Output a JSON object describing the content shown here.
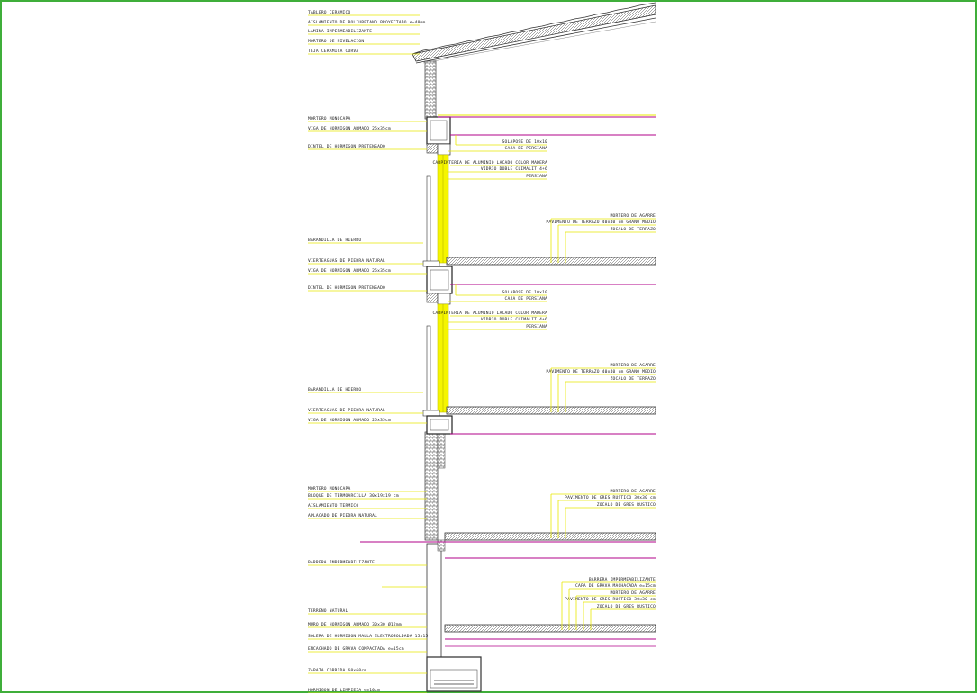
{
  "colors": {
    "leader": "#e8e800",
    "glass": "#f5f500",
    "slab_line": "#b0008a",
    "structure": "#333333",
    "frame": "#3fae3a"
  },
  "labels_left": [
    "TABLERO CERAMICO",
    "AISLAMIENTO DE POLIURETANO PROYECTADO e=40mm",
    "LAMINA IMPERMEABILIZANTE",
    "MORTERO DE NIVELACION",
    "TEJA CERAMICA CURVA",
    "MORTERO MONOCAPA",
    "VIGA DE HORMIGON ARMADO 25x35cm",
    "DINTEL DE HORMIGON PRETENSADO",
    "BARANDILLA DE HIERRO",
    "VIERTEAGUAS DE PIEDRA NATURAL",
    "VIGA DE HORMIGON ARMADO 25x35cm",
    "DINTEL DE HORMIGON PRETENSADO",
    "BARANDILLA DE HIERRO",
    "VIERTEAGUAS DE PIEDRA NATURAL",
    "VIGA DE HORMIGON ARMADO 25x35cm",
    "MORTERO MONOCAPA",
    "BLOQUE DE TERMOARCILLA 30x19x19 cm",
    "AISLAMIENTO TERMICO",
    "APLACADO DE PIEDRA NATURAL",
    "BARRERA IMPERMEABILIZANTE",
    "TERRENO NATURAL",
    "MURO DE HORMIGON ARMADO 30x30 Ø12mm",
    "SOLERA DE HORMIGON MALLA ELECTROSOLDADA 15x15",
    "ENCACHADO DE GRAVA COMPACTADA e=15cm",
    "ZAPATA CORRIDA 60x60cm",
    "HORMIGON DE LIMPIEZA e=10cm"
  ],
  "labels_window_1": [
    "SOLAPOSE DE 10x10",
    "CAJA DE PERSIANA",
    "CARPINTERIA DE ALUMINIO LACADO COLOR MADERA",
    "VIDRIO DOBLE CLIMALIT 4+6",
    "PERSIANA"
  ],
  "labels_window_2": [
    "SOLAPOSE DE 10x10",
    "CAJA DE PERSIANA",
    "CARPINTERIA DE ALUMINIO LACADO COLOR MADERA",
    "VIDRIO DOBLE CLIMALIT 4+6",
    "PERSIANA"
  ],
  "labels_floor_1": [
    "MORTERO DE AGARRE",
    "PAVIMENTO DE TERRAZO 40x40 cm GRANO MEDIO",
    "ZOCALO DE TERRAZO"
  ],
  "labels_floor_2": [
    "MORTERO DE AGARRE",
    "PAVIMENTO DE TERRAZO 40x40 cm GRANO MEDIO",
    "ZOCALO DE TERRAZO"
  ],
  "labels_floor_3": [
    "MORTERO DE AGARRE",
    "PAVIMENTO DE GRES RUSTICO 30x30 cm",
    "ZOCALO DE GRES RUSTICO"
  ],
  "labels_floor_ground": [
    "BARRERA IMPERMEABILIZANTE",
    "CAPA DE GRAVA MACHACADA e=15cm",
    "MORTERO DE AGARRE",
    "PAVIMENTO DE GRES RUSTICO 30x30 cm",
    "ZOCALO DE GRES RUSTICO"
  ]
}
